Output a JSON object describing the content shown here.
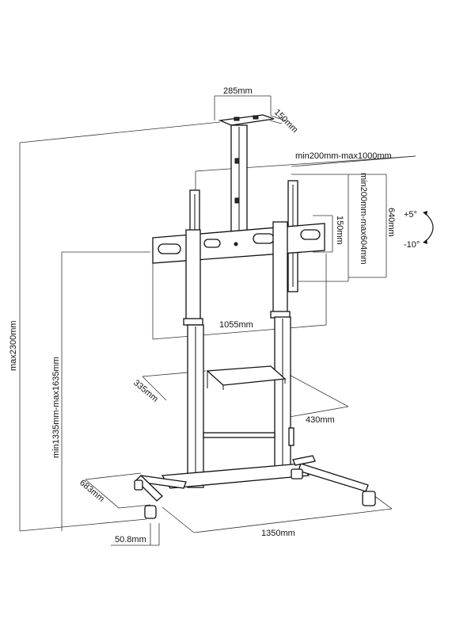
{
  "dimensions": {
    "top_width": "285mm",
    "top_depth": "150mm",
    "vesa_width_range": "min200mm-max1000mm",
    "vesa_height_range": "min200mm-max604mm",
    "vesa_bracket_height": "150mm",
    "bracket_travel": "640mm",
    "tilt_up": "+5°",
    "tilt_down": "-10°",
    "total_height": "max2300mm",
    "mount_height_range": "min1335mm-max1635mm",
    "bracket_width": "1055mm",
    "shelf_depth": "335mm",
    "shelf_width": "430mm",
    "base_depth": "683mm",
    "base_width": "1350mm",
    "tube_diameter": "50.8mm"
  }
}
